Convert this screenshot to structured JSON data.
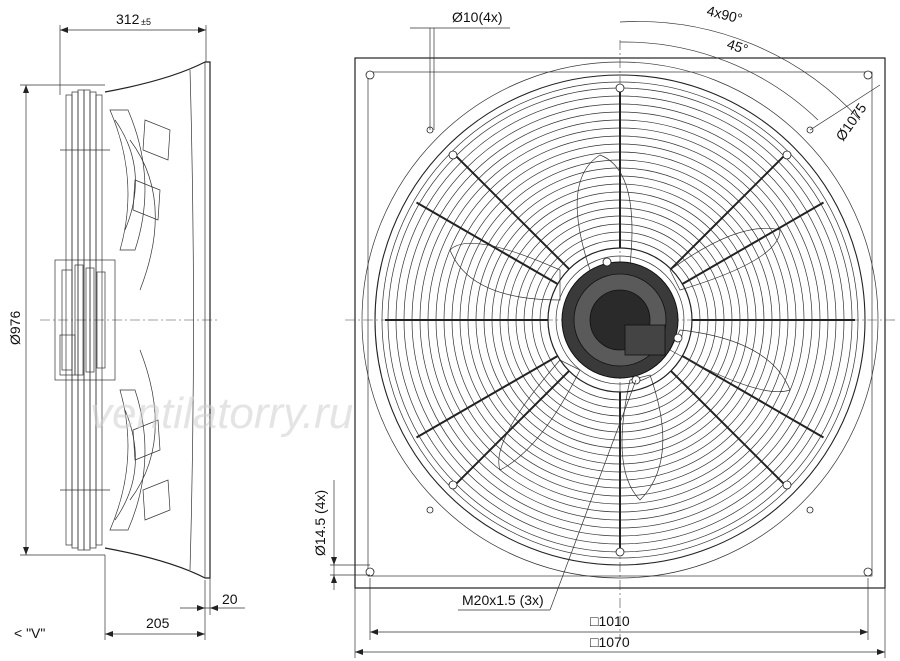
{
  "labels": {
    "side_width": "312",
    "side_tol": "±5",
    "diameter_976": "Ø976",
    "dim_205": "205",
    "dim_20": "20",
    "view_marker": "< \"V\"",
    "hole_d10": "Ø10(4x)",
    "angle_4x90": "4x90°",
    "angle_45": "45°",
    "d1075": "Ø1075",
    "d14_5": "Ø14.5 (4x)",
    "thread": "M20x1.5 (3x)",
    "sq1010": "□1010",
    "sq1070": "□1070"
  },
  "watermark": "ventilatorry.ru",
  "colors": {
    "line": "#222222",
    "background": "#ffffff"
  }
}
